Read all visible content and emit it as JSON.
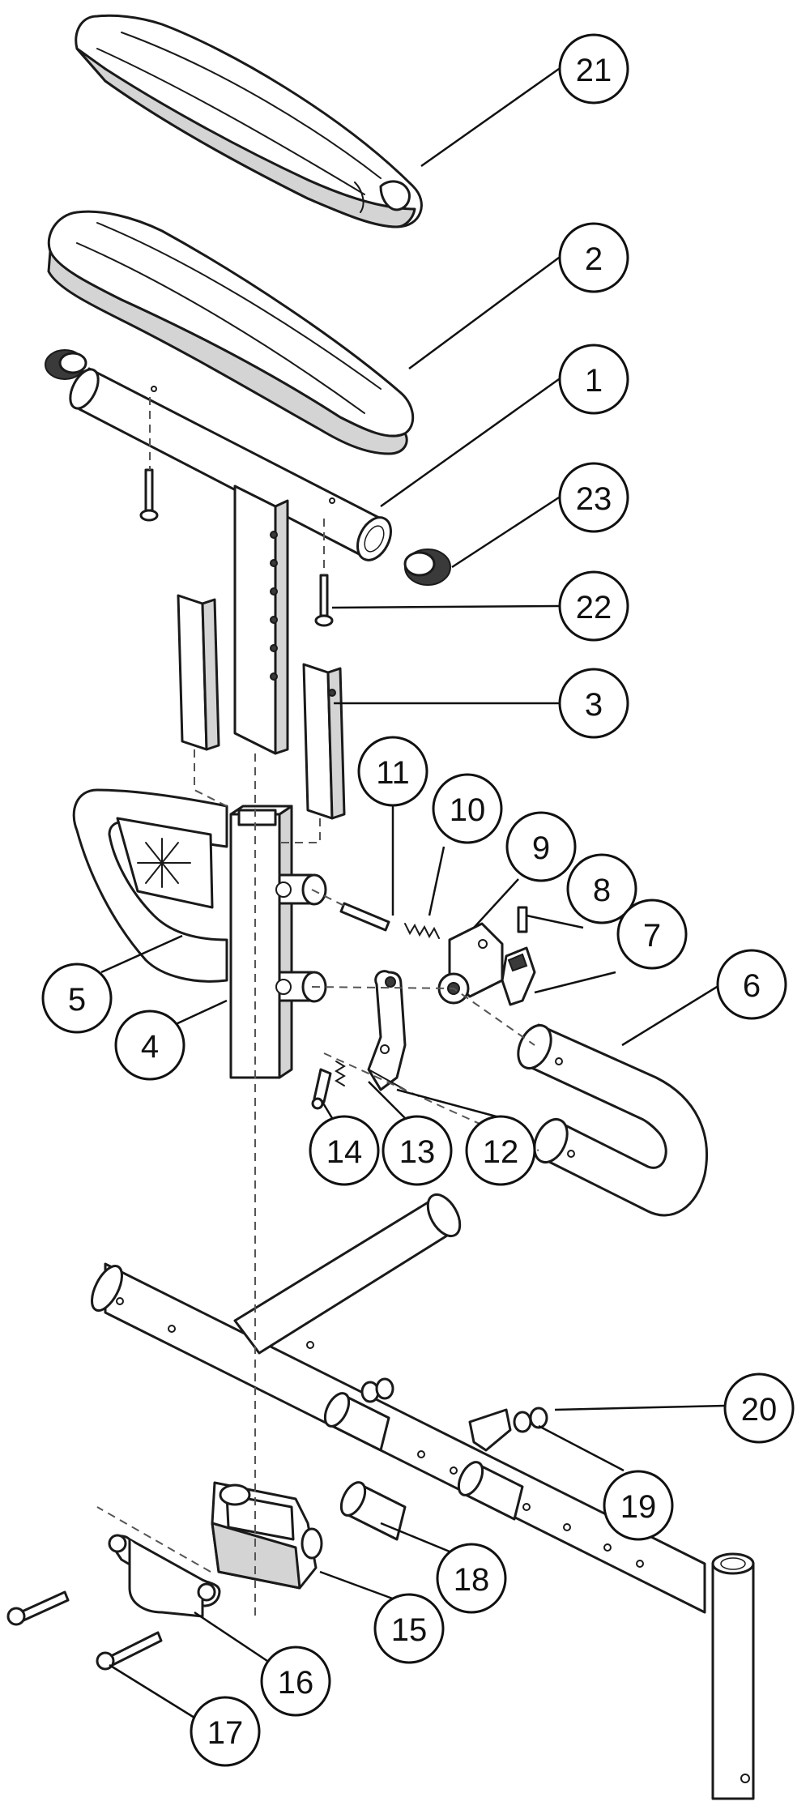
{
  "callouts": [
    {
      "id": "21",
      "label": "21"
    },
    {
      "id": "2",
      "label": "2"
    },
    {
      "id": "1",
      "label": "1"
    },
    {
      "id": "23",
      "label": "23"
    },
    {
      "id": "22",
      "label": "22"
    },
    {
      "id": "3",
      "label": "3"
    },
    {
      "id": "11",
      "label": "11"
    },
    {
      "id": "10",
      "label": "10"
    },
    {
      "id": "9",
      "label": "9"
    },
    {
      "id": "8",
      "label": "8"
    },
    {
      "id": "7",
      "label": "7"
    },
    {
      "id": "6",
      "label": "6"
    },
    {
      "id": "5",
      "label": "5"
    },
    {
      "id": "4",
      "label": "4"
    },
    {
      "id": "14",
      "label": "14"
    },
    {
      "id": "13",
      "label": "13"
    },
    {
      "id": "12",
      "label": "12"
    },
    {
      "id": "20",
      "label": "20"
    },
    {
      "id": "19",
      "label": "19"
    },
    {
      "id": "18",
      "label": "18"
    },
    {
      "id": "15",
      "label": "15"
    },
    {
      "id": "16",
      "label": "16"
    },
    {
      "id": "17",
      "label": "17"
    }
  ],
  "colors": {
    "line": "#1a1a1a",
    "fill": "#ffffff",
    "shade": "#d4d4d4"
  }
}
